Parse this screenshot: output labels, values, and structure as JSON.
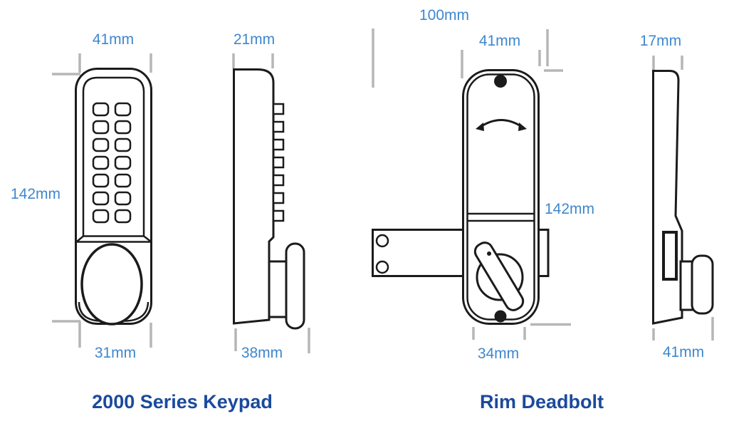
{
  "colors": {
    "background": "#ffffff",
    "line": "#1b1b1b",
    "tick": "#b6b6b6",
    "dimension_text": "#3f87cd",
    "caption_text": "#1b4a9c"
  },
  "keypad": {
    "caption": "2000 Series Keypad",
    "front": {
      "width_top": "41mm",
      "height": "142mm",
      "width_bottom": "31mm"
    },
    "side": {
      "depth_top": "21mm",
      "depth_bottom": "38mm"
    }
  },
  "deadbolt": {
    "caption": "Rim Deadbolt",
    "front": {
      "overall_width": "100mm",
      "width_top": "41mm",
      "height": "142mm",
      "width_bottom": "34mm"
    },
    "side": {
      "depth_top": "17mm",
      "depth_bottom": "41mm"
    }
  }
}
